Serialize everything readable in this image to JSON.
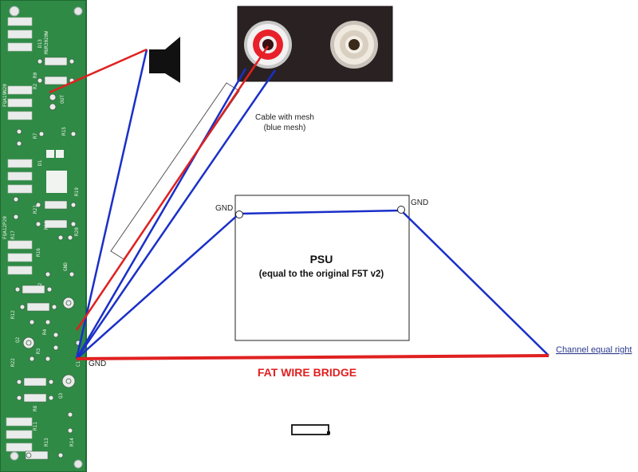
{
  "labels": {
    "cable_line1": "Cable with mesh",
    "cable_line2": "(blue mesh)",
    "gnd_left": "GND",
    "gnd_right": "GND",
    "gnd_bottom": "GND",
    "psu_title": "PSU",
    "psu_subtitle": "(equal to the original F5T v2)",
    "fat_wire": "FAT WIRE BRIDGE",
    "channel": "Channel equal right"
  },
  "pcb_silkscreen": [
    "D13",
    "MUR3020W",
    "R0",
    "R2",
    "OUT",
    "R7",
    "R15",
    "R21",
    "GND",
    "R10",
    "R16",
    "R17",
    "R12",
    "R22",
    "Q2",
    "Q3",
    "R3",
    "R4",
    "R8",
    "R11",
    "R13",
    "R14",
    "R19",
    "R20",
    "D1",
    "D2",
    "C1",
    "FQA19N20",
    "FQA12P20"
  ],
  "colors": {
    "pcb_green": "#2f8a45",
    "wire_red": "#e02020",
    "wire_blue": "#1a2fc8",
    "rca_red": "#e8202a"
  }
}
